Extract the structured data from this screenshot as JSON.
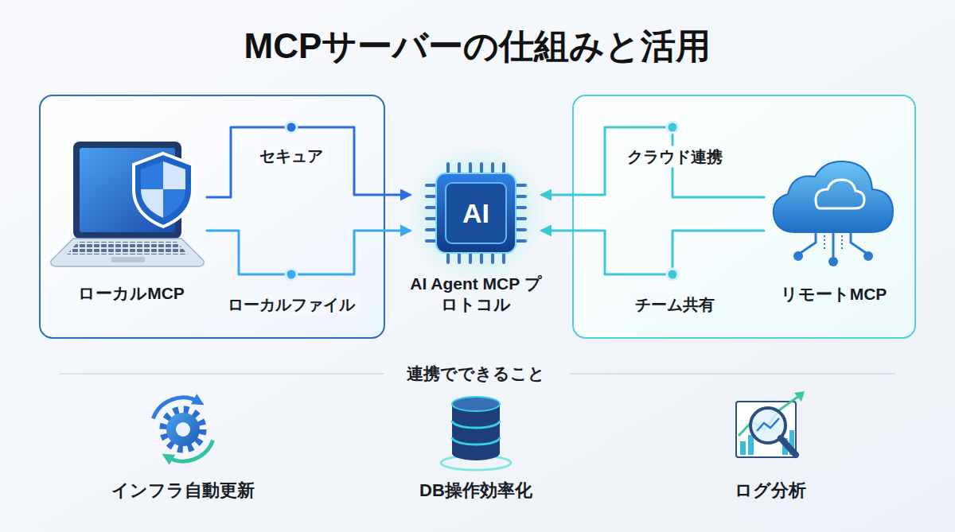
{
  "diagram": {
    "title": "MCPサーバーの仕組みと活用",
    "nodes": [
      {
        "text": [
          "ローカルMCP"
        ]
      },
      {
        "text": [
          "AI",
          "AI Agent MCP プロトコル"
        ]
      },
      {
        "text": [
          "リモートMCP"
        ]
      },
      {
        "text": [
          "インフラ自動更新"
        ]
      },
      {
        "text": [
          "DB操作効率化"
        ]
      },
      {
        "text": [
          "ログ分析"
        ]
      }
    ],
    "edges": [
      {
        "from": 0,
        "to": 1,
        "label": "セキュア",
        "arrow": "to"
      },
      {
        "from": 0,
        "to": 1,
        "label": "ローカルファイル",
        "arrow": "to"
      },
      {
        "from": 2,
        "to": 1,
        "label": "クラウド連携",
        "arrow": "to"
      },
      {
        "from": 2,
        "to": 1,
        "label": "チーム共有",
        "arrow": "to"
      }
    ],
    "labels": [
      "連携でできること"
    ]
  }
}
